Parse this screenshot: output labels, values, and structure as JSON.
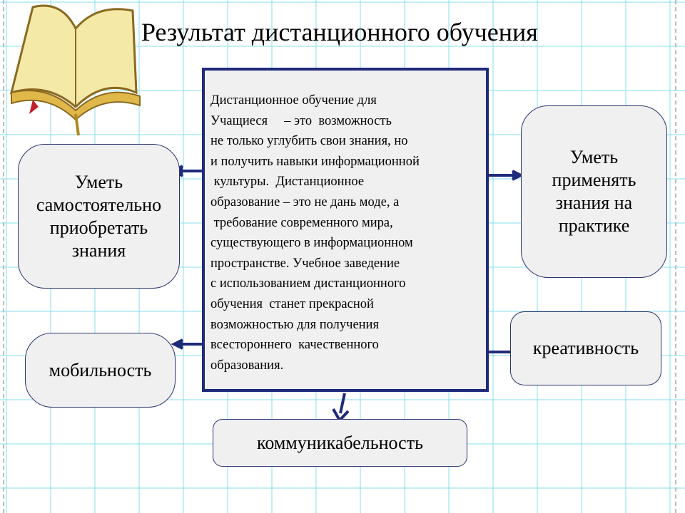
{
  "title": "Результат дистанционного  обучения",
  "center_text": [
    "Дистанционное обучение для",
    "Учащиеся     – это  возможность",
    "не только углубить свои знания, но",
    "и получить навыки информационной",
    " культуры.  Дистанционное",
    "образование – это не дань моде, а",
    " требование современного мира,",
    "существующего в информационном",
    "пространстве. Учебное заведение",
    "с использованием дистанционного",
    "обучения  станет прекрасной",
    "возможностью для получения",
    "всестороннего  качественного",
    "образования."
  ],
  "boxes": {
    "self_learning": "Уметь\nсамостоятельно\nприобретать\nзнания",
    "apply": "Уметь\nприменять\nзнания на\nпрактике",
    "mobility": "мобильность",
    "creativity": "креативность",
    "communication": "коммуникабельность"
  },
  "colors": {
    "arrow": "#1f2a7a",
    "border": "#1f2a7a",
    "box_bg": "#f0f0f0"
  }
}
